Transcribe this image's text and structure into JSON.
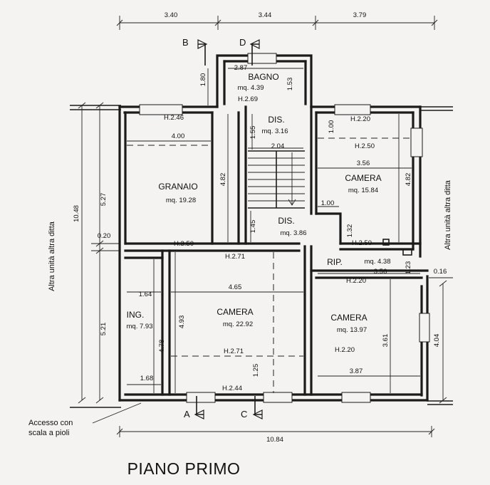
{
  "title": "PIANO PRIMO",
  "access_note": [
    "Accesso con",
    "scala a pioli"
  ],
  "side_labels": {
    "left": "Altra unità altra ditta",
    "right": "Altra unità altra ditta"
  },
  "section_markers": [
    "A",
    "B",
    "C",
    "D"
  ],
  "rooms": [
    {
      "name": "BAGNO",
      "area": "mq. 4.39",
      "height": "H.2.69"
    },
    {
      "name": "DIS.",
      "area": "mq. 3.16"
    },
    {
      "name": "GRANAIO",
      "area": "mq. 19.28",
      "height": "H.2.46"
    },
    {
      "name": "CAMERA",
      "area": "mq. 15.84",
      "height": "H.2.20"
    },
    {
      "name": "DIS.",
      "area": "mq. 3.86"
    },
    {
      "name": "RIP.",
      "area": "mq. 4.38"
    },
    {
      "name": "ING.",
      "area": "mq. 7.93"
    },
    {
      "name": "CAMERA",
      "area": "mq. 22.92"
    },
    {
      "name": "CAMERA",
      "area": "mq. 13.97",
      "height": "H.2.20"
    }
  ],
  "heights": [
    "H.2.50",
    "H.2.50",
    "H.3.50",
    "H.2.71",
    "H.2.71",
    "H.2.44",
    "H.2.20"
  ],
  "top_dims": [
    "3.40",
    "3.44",
    "3.79"
  ],
  "bottom_dim": "10.84",
  "left_dims": [
    "10.48",
    "5.27",
    "0.20",
    "5.21"
  ],
  "right_dims": [
    "4.04",
    "0.16"
  ],
  "inner_dims": {
    "bagno_w": "2.87",
    "bagno_h1": "1.80",
    "bagno_h2": "1.53",
    "dis_h": "1.55",
    "dis_w": "2.04",
    "granaio_w": "4.00",
    "granaio_h": "4.82",
    "cam1_top": "1.00",
    "cam1_w": "3.56",
    "cam1_h": "4.82",
    "cam1_niche": "1.00",
    "dis2_h": "1.45",
    "dis2_small": "1.32",
    "rip_h": "1.23",
    "rip_w": "3.56",
    "ing_w": "1.64",
    "ing_h": "4.78",
    "ing_bottom": "1.68",
    "cam2_w": "4.65",
    "cam2_h": "4.93",
    "cam2_small": "1.25",
    "cam3_h": "3.61",
    "cam3_w": "3.87"
  }
}
